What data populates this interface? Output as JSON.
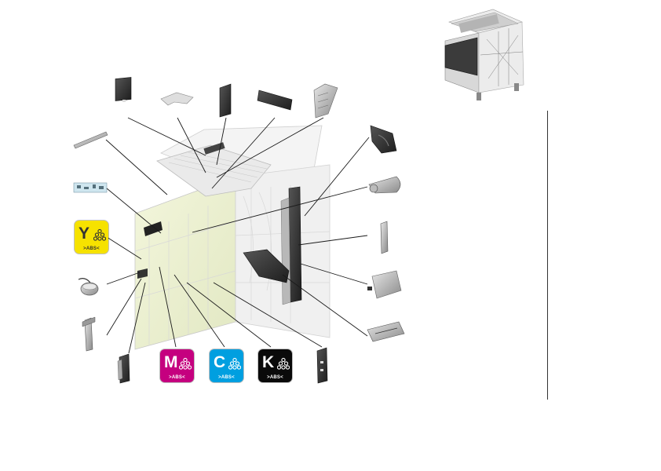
{
  "colors": {
    "yellow": "#f6e200",
    "magenta": "#c5007f",
    "cyan": "#009fe0",
    "black": "#0a0a0a",
    "leader_line": "#1a1a1a",
    "part_gray": "#c9c9c9",
    "frame_tint": "#eef3cf"
  },
  "toners": [
    {
      "id": "yellow",
      "letter": "Y",
      "label": ">ABS<",
      "text_color": "#333333"
    },
    {
      "id": "magenta",
      "letter": "M",
      "label": ">ABS<",
      "text_color": "#ffffff"
    },
    {
      "id": "cyan",
      "letter": "C",
      "label": ">ABS<",
      "text_color": "#ffffff"
    },
    {
      "id": "black",
      "letter": "K",
      "label": ">ABS<",
      "text_color": "#ffffff"
    }
  ]
}
